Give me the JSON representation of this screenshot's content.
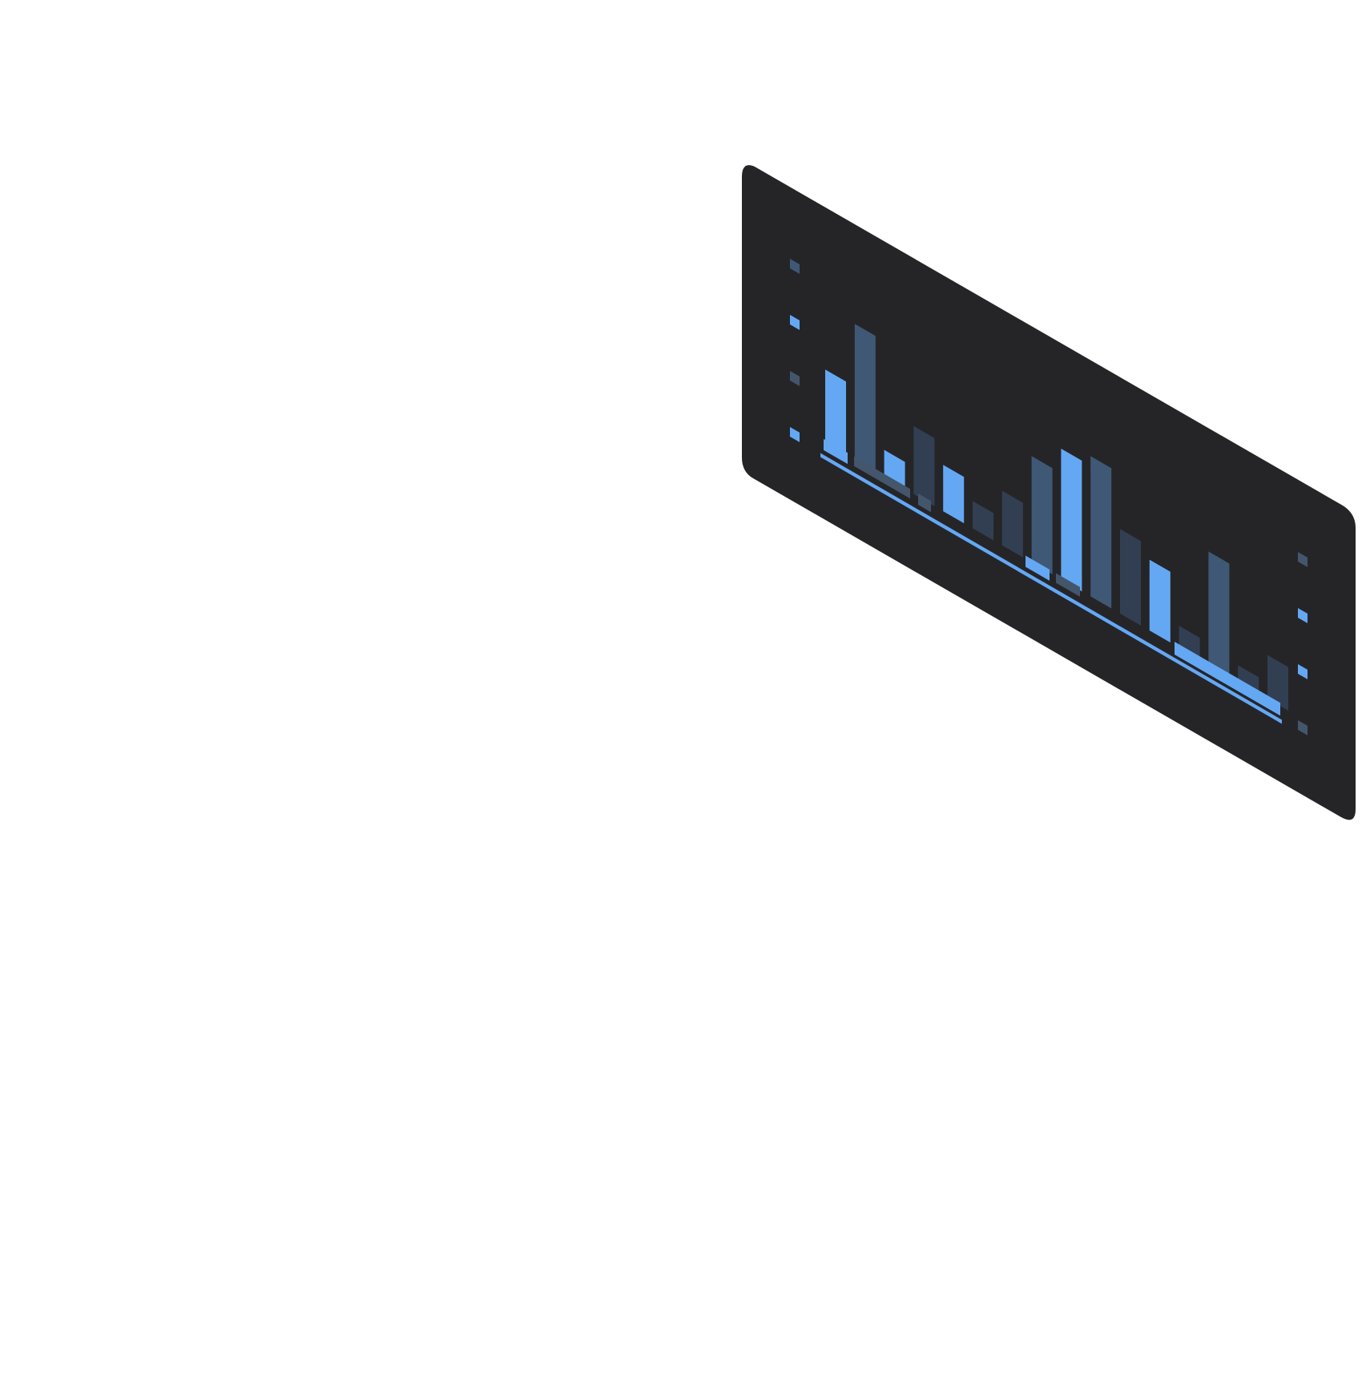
{
  "colors": {
    "background": "#ffffff",
    "panel": "#252528",
    "accent": "#64a8f4",
    "bar_muted": "#3f5875",
    "bar_dark": "#323f52",
    "marker_dim": "#44566b"
  },
  "panel": {
    "icon": "isometric-bar-chart-panel"
  },
  "left_markers": [
    {
      "tone": "muted"
    },
    {
      "tone": "accent"
    },
    {
      "tone": "dim"
    },
    {
      "tone": "accent"
    }
  ],
  "right_markers": [
    {
      "tone": "dim"
    },
    {
      "tone": "accent"
    },
    {
      "tone": "accent"
    },
    {
      "tone": "dim"
    }
  ],
  "bars": [
    {
      "level": 0.54,
      "tone": "accent"
    },
    {
      "level": 1.0,
      "tone": "muted"
    },
    {
      "level": 0.2,
      "tone": "accent"
    },
    {
      "level": 0.5,
      "tone": "dark"
    },
    {
      "level": 0.34,
      "tone": "accent"
    },
    {
      "level": 0.2,
      "tone": "dark"
    },
    {
      "level": 0.4,
      "tone": "dark"
    },
    {
      "level": 0.78,
      "tone": "muted"
    },
    {
      "level": 0.96,
      "tone": "accent"
    },
    {
      "level": 1.03,
      "tone": "muted"
    },
    {
      "level": 0.62,
      "tone": "dark"
    },
    {
      "level": 0.52,
      "tone": "accent"
    },
    {
      "level": 0.16,
      "tone": "dark"
    },
    {
      "level": 0.83,
      "tone": "muted"
    },
    {
      "level": 0.12,
      "tone": "dark"
    },
    {
      "level": 0.32,
      "tone": "dark"
    }
  ],
  "baseline_chips": [
    {
      "tone": "accent"
    },
    {
      "tone": "dim"
    },
    {
      "tone": "dim"
    },
    {
      "tone": "accent"
    },
    {
      "tone": "dim"
    },
    {
      "tone": "accent"
    }
  ]
}
